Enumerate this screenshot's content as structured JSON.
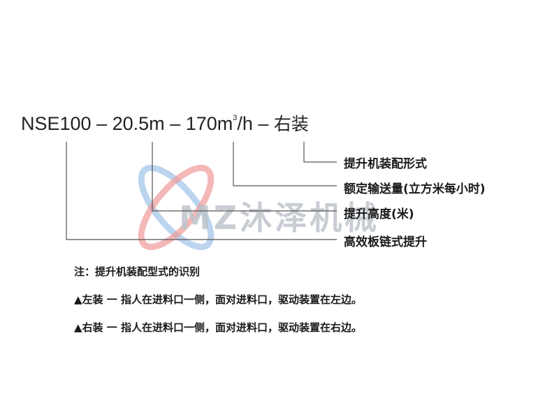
{
  "watermark_text": "MZ沐泽机械",
  "model": {
    "part1": "NSE100",
    "part2": "20.5m",
    "part3_base": "170m",
    "part3_sup": "3",
    "part3_tail": "/h",
    "part4": "右装",
    "sep": " – "
  },
  "labels": [
    "提升机装配形式",
    "额定输送量(立方米每小时)",
    "提升高度(米)",
    "高效板链式提升"
  ],
  "notes": {
    "title": "注：提升机装配型式的识别",
    "left": "▲左装 一 指人在进料口一侧，面对进料口，驱动装置在左边。",
    "right": "▲右装 一 指人在进料口一侧，面对进料口，驱动装置在右边。"
  },
  "colors": {
    "line": "#555555",
    "logo_blue": "#6fa8dc",
    "logo_red": "#e06666"
  }
}
